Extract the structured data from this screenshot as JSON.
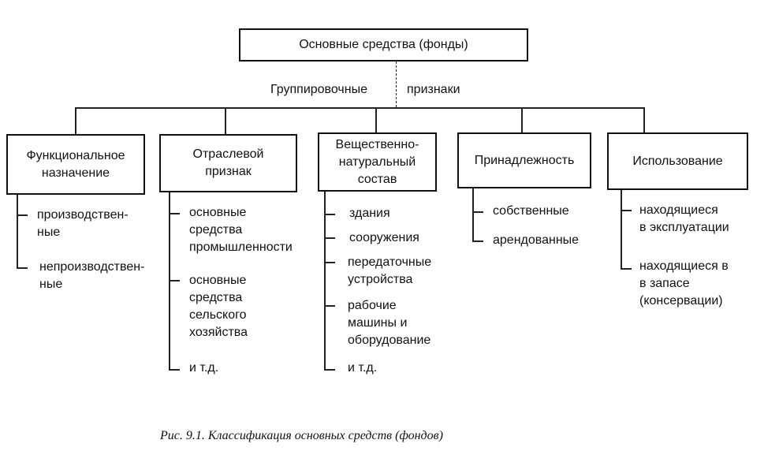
{
  "root": "Основные средства (фонды)",
  "grouping_label_left": "Группировочные",
  "grouping_label_right": "признаки",
  "categories": [
    {
      "title": "Функциональное\nназначение",
      "items": [
        "производствен-\nные",
        "непроизводствен-\nные"
      ]
    },
    {
      "title": "Отраслевой\nпризнак",
      "items": [
        "основные\nсредства\nпромышленности",
        "основные\nсредства\nсельского\nхозяйства",
        "и т.д."
      ]
    },
    {
      "title": "Вещественно-\nнатуральный\nсостав",
      "items": [
        "здания",
        "сооружения",
        "передаточные\nустройства",
        "рабочие\nмашины и\nоборудование",
        "и т.д."
      ]
    },
    {
      "title": "Принадлежность",
      "items": [
        "собственные",
        "арендованные"
      ]
    },
    {
      "title": "Использование",
      "items": [
        "находящиеся\nв эксплуатации",
        "находящиеся в\nв запасе\n(консервации)"
      ]
    }
  ],
  "caption": "Рис. 9.1. Классификация основных средств (фондов)"
}
